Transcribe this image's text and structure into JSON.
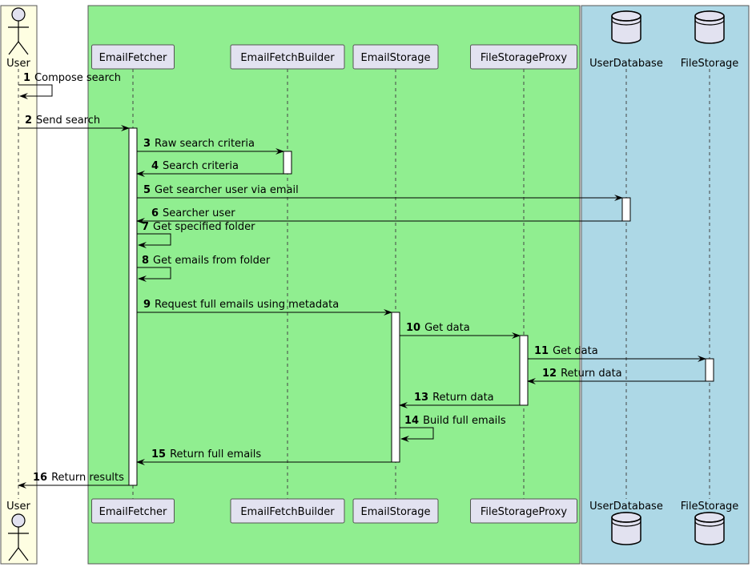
{
  "colors": {
    "user_box": "#fefee2",
    "app_box": "#90ee90",
    "storage_box": "#add8e6",
    "participant_fill": "#e2e2f0",
    "actor_fill": "#e2e2f0",
    "database_fill": "#e2e2f0"
  },
  "participants": [
    {
      "key": "user",
      "label": "User",
      "kind": "actor"
    },
    {
      "key": "fetcher",
      "label": "EmailFetcher",
      "kind": "participant"
    },
    {
      "key": "builder",
      "label": "EmailFetchBuilder",
      "kind": "participant"
    },
    {
      "key": "storage",
      "label": "EmailStorage",
      "kind": "participant"
    },
    {
      "key": "proxy",
      "label": "FileStorageProxy",
      "kind": "participant"
    },
    {
      "key": "userdb",
      "label": "UserDatabase",
      "kind": "database"
    },
    {
      "key": "filestorage",
      "label": "FileStorage",
      "kind": "database"
    }
  ],
  "messages": [
    {
      "n": "1",
      "text": "Compose search",
      "from": "user",
      "to": "user"
    },
    {
      "n": "2",
      "text": "Send search",
      "from": "user",
      "to": "fetcher"
    },
    {
      "n": "3",
      "text": "Raw search criteria",
      "from": "fetcher",
      "to": "builder"
    },
    {
      "n": "4",
      "text": "Search criteria",
      "from": "builder",
      "to": "fetcher"
    },
    {
      "n": "5",
      "text": "Get searcher user via email",
      "from": "fetcher",
      "to": "userdb"
    },
    {
      "n": "6",
      "text": "Searcher user",
      "from": "userdb",
      "to": "fetcher"
    },
    {
      "n": "7",
      "text": "Get specified folder",
      "from": "fetcher",
      "to": "fetcher"
    },
    {
      "n": "8",
      "text": "Get emails from folder",
      "from": "fetcher",
      "to": "fetcher"
    },
    {
      "n": "9",
      "text": "Request full emails using metadata",
      "from": "fetcher",
      "to": "storage"
    },
    {
      "n": "10",
      "text": "Get data",
      "from": "storage",
      "to": "proxy"
    },
    {
      "n": "11",
      "text": "Get data",
      "from": "proxy",
      "to": "filestorage"
    },
    {
      "n": "12",
      "text": "Return data",
      "from": "filestorage",
      "to": "proxy"
    },
    {
      "n": "13",
      "text": "Return data",
      "from": "proxy",
      "to": "storage"
    },
    {
      "n": "14",
      "text": "Build full emails",
      "from": "storage",
      "to": "storage"
    },
    {
      "n": "15",
      "text": "Return full emails",
      "from": "storage",
      "to": "fetcher"
    },
    {
      "n": "16",
      "text": "Return results",
      "from": "fetcher",
      "to": "user"
    }
  ]
}
